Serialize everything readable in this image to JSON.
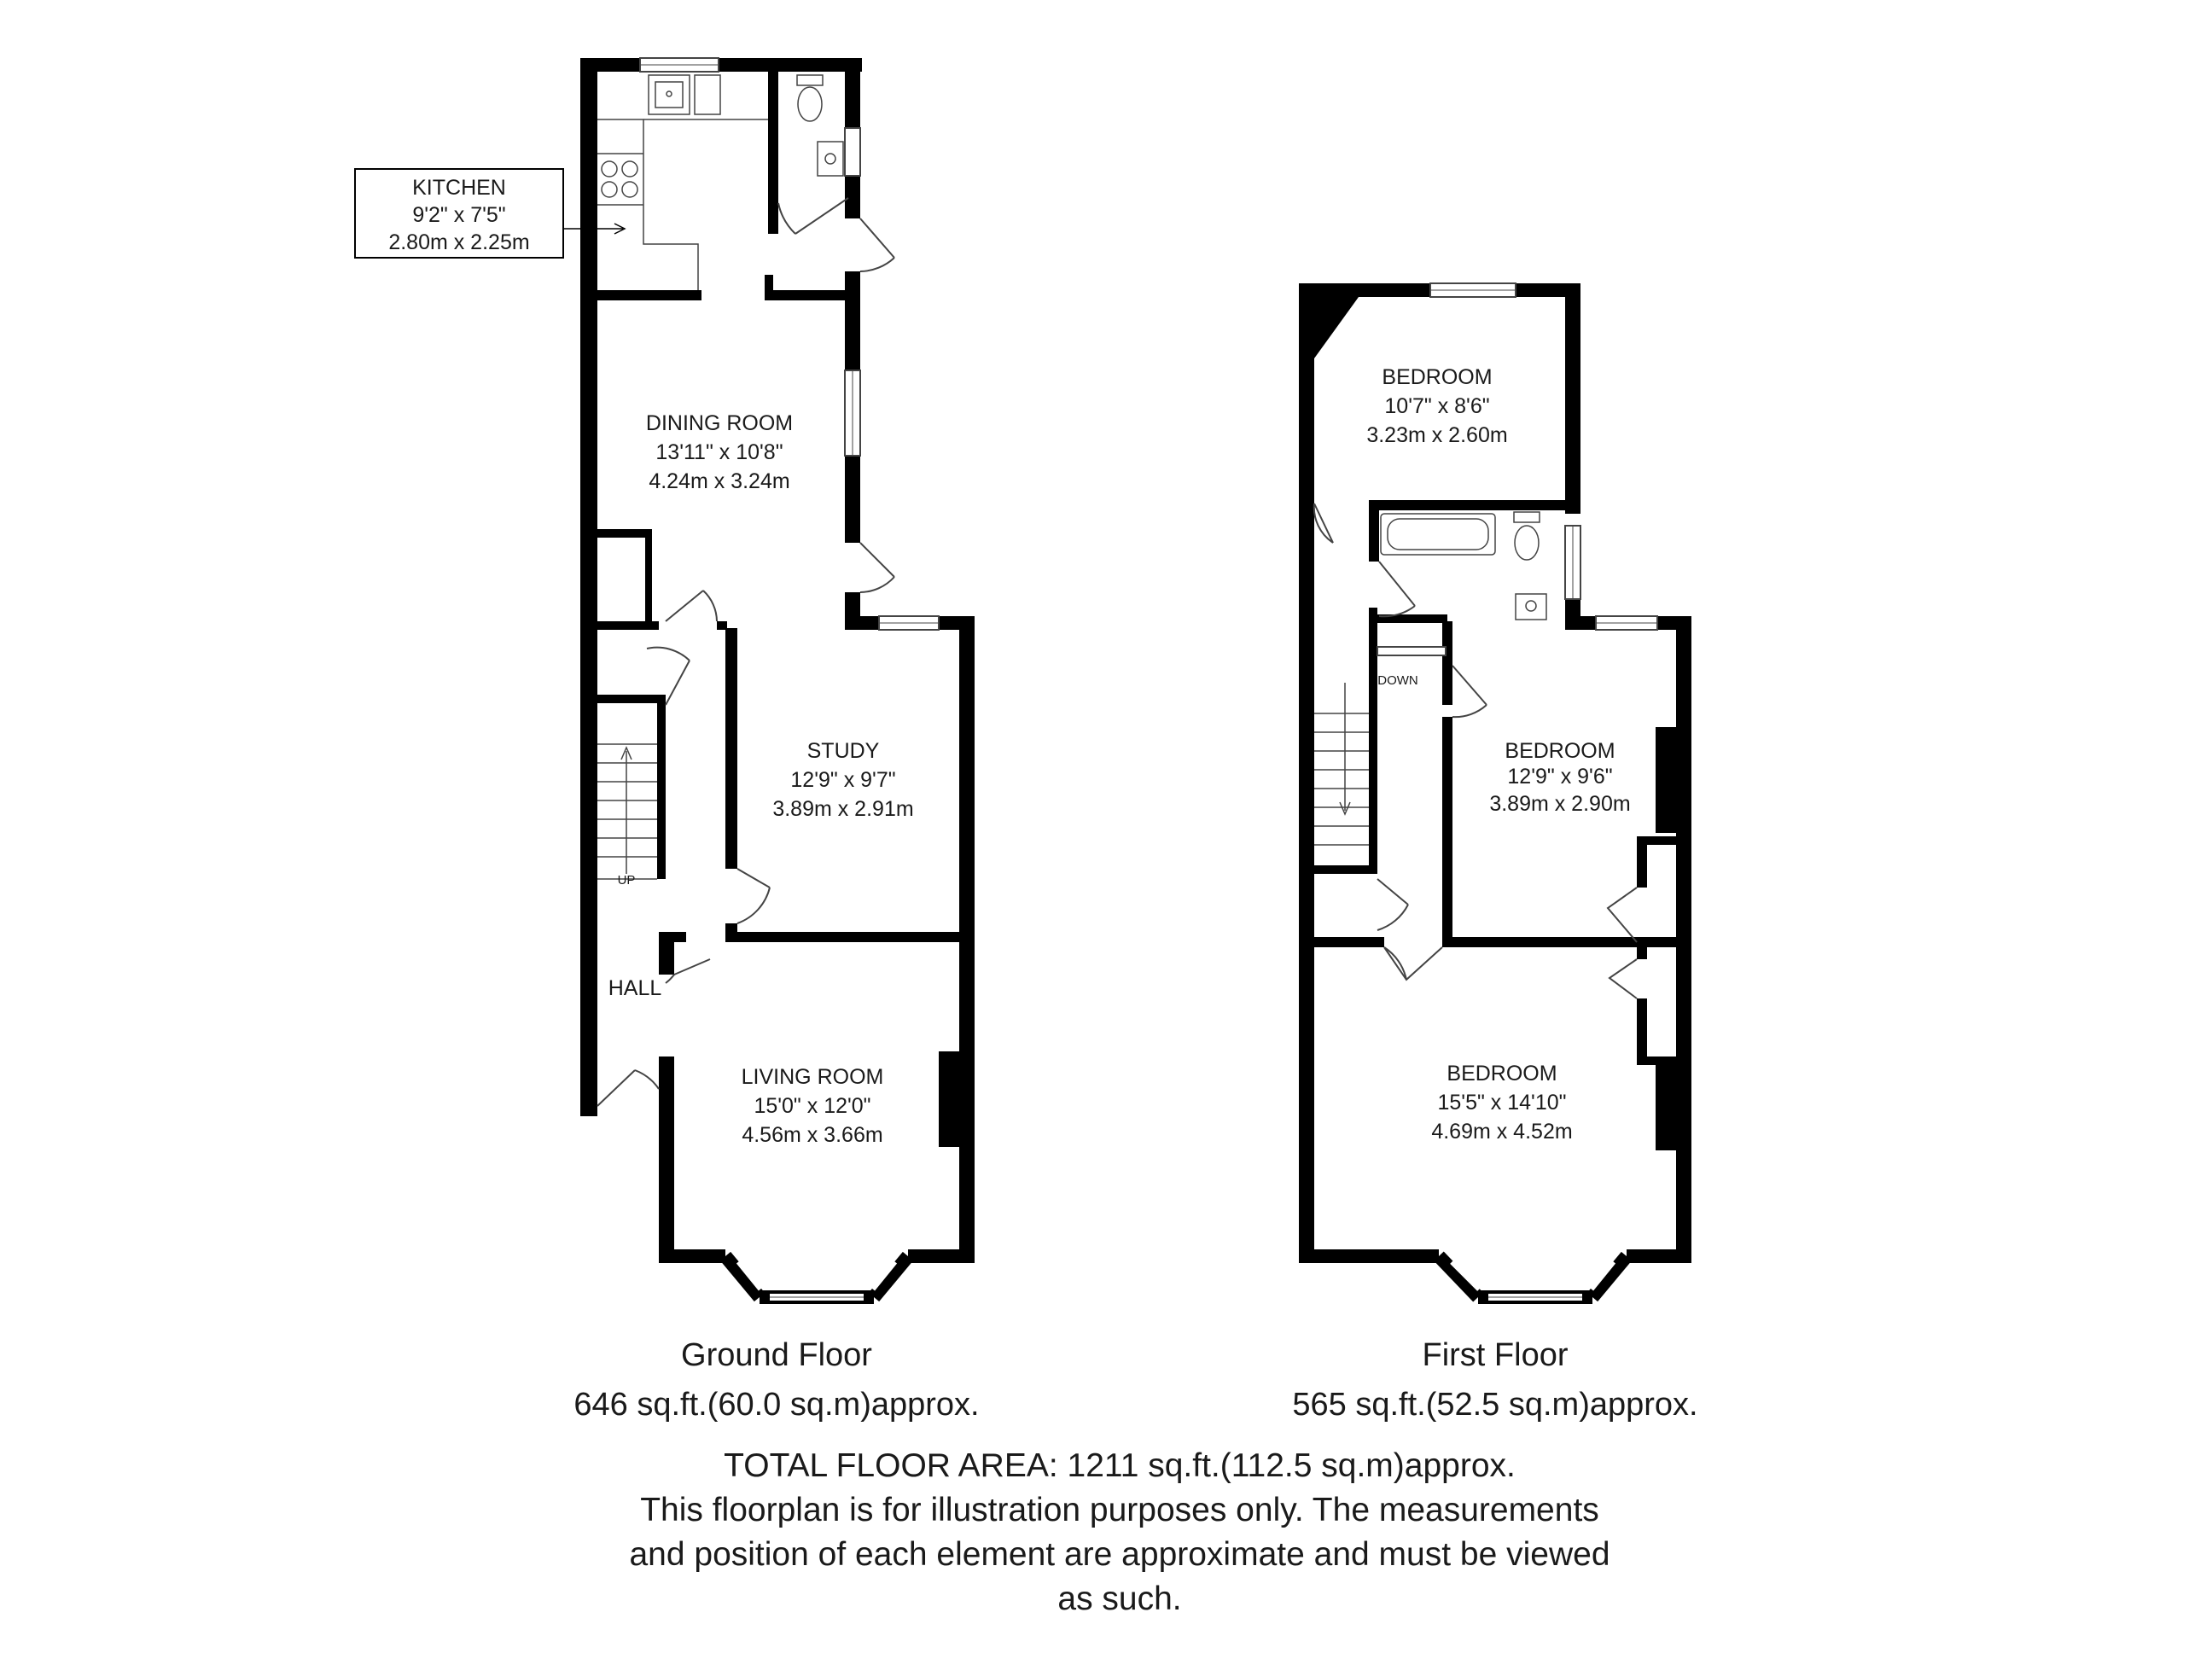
{
  "ground_floor": {
    "kitchen": {
      "name": "KITCHEN",
      "imperial": "9'2\" x 7'5\"",
      "metric": "2.80m x 2.25m"
    },
    "dining": {
      "name": "DINING ROOM",
      "imperial": "13'11\" x 10'8\"",
      "metric": "4.24m x 3.24m"
    },
    "study": {
      "name": "STUDY",
      "imperial": "12'9\" x 9'7\"",
      "metric": "3.89m x 2.91m"
    },
    "hall": {
      "name": "HALL"
    },
    "living": {
      "name": "LIVING ROOM",
      "imperial": "15'0\" x 12'0\"",
      "metric": "4.56m x 3.66m"
    },
    "stairs_label": "UP",
    "title": "Ground Floor",
    "area": "646 sq.ft.(60.0 sq.m)approx."
  },
  "first_floor": {
    "bedroom_top": {
      "name": "BEDROOM",
      "imperial": "10'7\" x 8'6\"",
      "metric": "3.23m x 2.60m"
    },
    "bedroom_mid": {
      "name": "BEDROOM",
      "imperial": "12'9\" x 9'6\"",
      "metric": "3.89m x 2.90m"
    },
    "bedroom_front": {
      "name": "BEDROOM",
      "imperial": "15'5\" x 14'10\"",
      "metric": "4.69m x 4.52m"
    },
    "stairs_label": "DOWN",
    "title": "First Floor",
    "area": "565 sq.ft.(52.5 sq.m)approx."
  },
  "footer": {
    "total": "TOTAL FLOOR AREA: 1211 sq.ft.(112.5 sq.m)approx.",
    "disclaimer_1": "This floorplan is for illustration purposes only. The measurements",
    "disclaimer_2": "and position of each element are approximate and must be viewed",
    "disclaimer_3": "as such."
  },
  "colors": {
    "wall": "#000000",
    "line": "#444444",
    "background": "#ffffff"
  }
}
